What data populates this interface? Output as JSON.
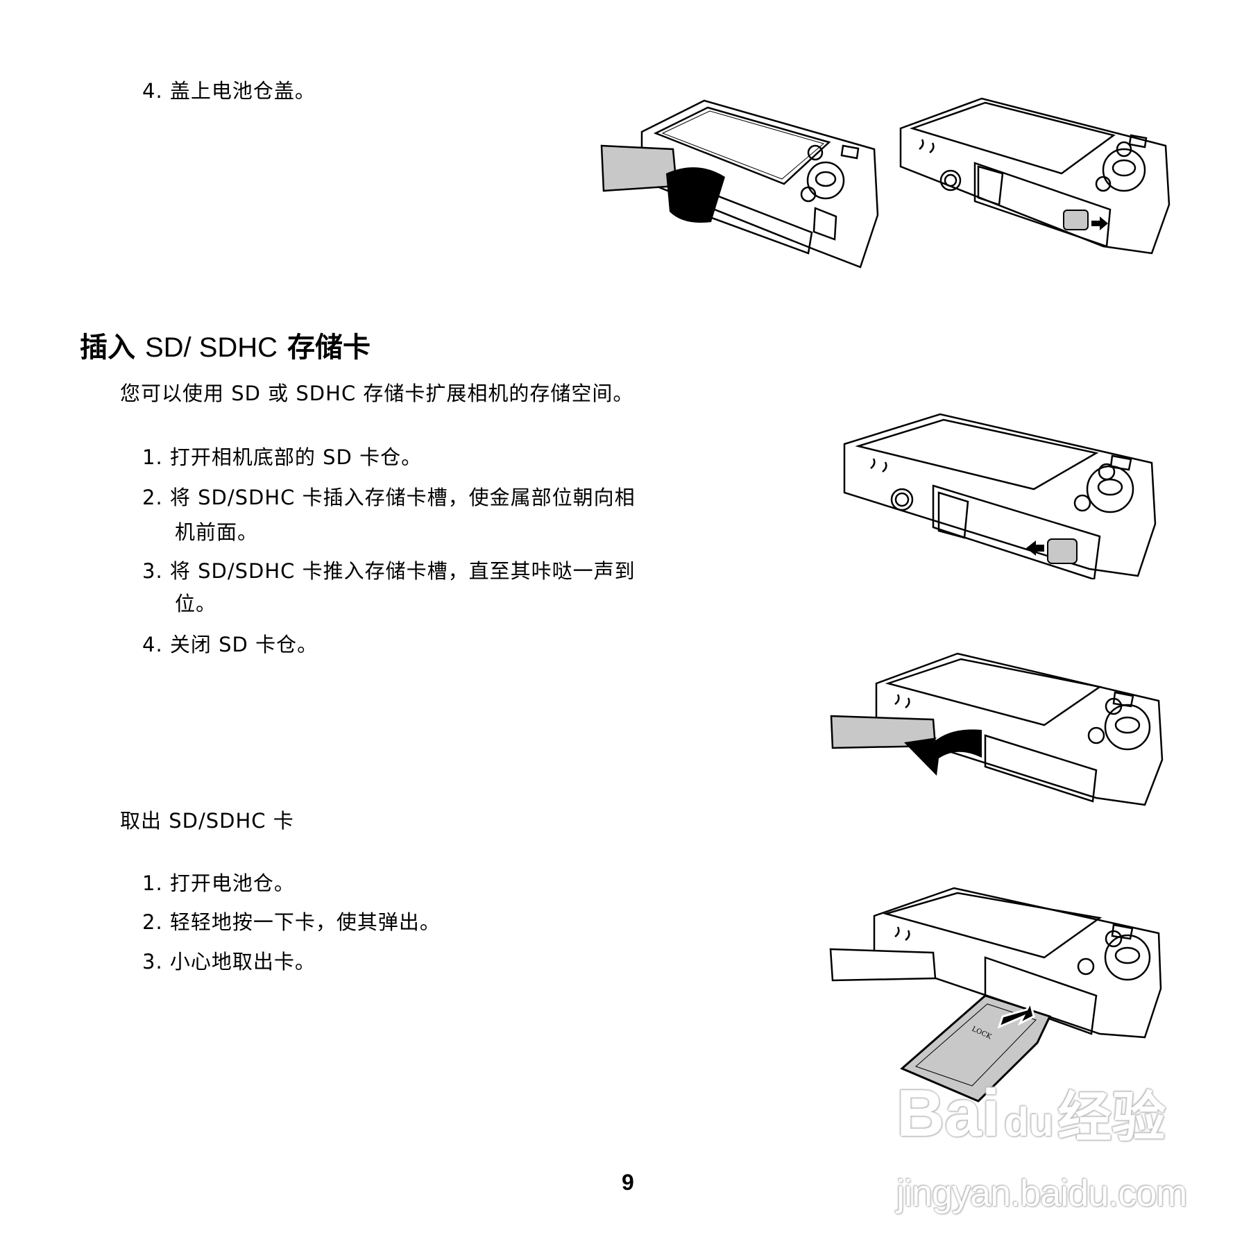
{
  "section_top": {
    "step": "4. 盖上电池仓盖。"
  },
  "insert_section": {
    "heading_cjk_1": "插入",
    "heading_latin": "SD/ SDHC",
    "heading_cjk_2": "存储卡",
    "intro": "您可以使用 SD 或 SDHC 存储卡扩展相机的存储空间。",
    "steps": [
      {
        "line1": "1. 打开相机底部的 SD 卡仓。"
      },
      {
        "line1": "2. 将 SD/SDHC 卡插入存储卡槽，使金属部位朝向相",
        "line2": "机前面。"
      },
      {
        "line1": "3. 将 SD/SDHC 卡推入存储卡槽，直至其咔哒一声到",
        "line2": "位。"
      },
      {
        "line1": "4. 关闭 SD 卡仓。"
      }
    ]
  },
  "remove_section": {
    "heading": "取出 SD/SDHC 卡",
    "steps": [
      "1. 打开电池仓。",
      "2. 轻轻地按一下卡，使其弹出。",
      "3. 小心地取出卡。"
    ]
  },
  "illustrations": {
    "sd_card_label": "LOCK"
  },
  "page_number": "9",
  "watermark": {
    "logo_left": "Bai",
    "logo_paw_text": "du",
    "logo_right": "经验",
    "url": "jingyan.baidu.com"
  },
  "colors": {
    "text": "#000000",
    "illustration_fill": "#c8c8c8",
    "watermark": "#ffffff"
  }
}
